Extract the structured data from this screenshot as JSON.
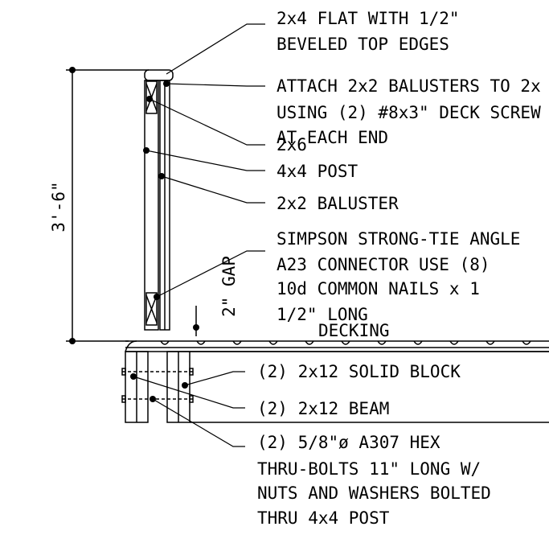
{
  "labels": {
    "top_rail": [
      "2x4 FLAT WITH 1/2\"",
      "BEVELED TOP EDGES"
    ],
    "baluster_attach": [
      "ATTACH 2x2 BALUSTERS TO 2x",
      "USING (2) #8x3\" DECK SCREW",
      "AT EACH END"
    ],
    "rail_2x6": "2x6",
    "post": "4x4 POST",
    "baluster": "2x2 BALUSTER",
    "connector": [
      "SIMPSON STRONG-TIE ANGLE",
      "A23 CONNECTOR USE (8)",
      "10d COMMON NAILS x 1",
      "1/2\" LONG"
    ],
    "decking": "DECKING",
    "solid_block": "(2) 2x12 SOLID BLOCK",
    "beam": "(2) 2x12 BEAM",
    "bolts": [
      "(2) 5/8\"ø A307 HEX",
      "THRU-BOLTS 11\" LONG W/",
      "NUTS AND WASHERS BOLTED",
      "THRU 4x4 POST"
    ]
  },
  "dimensions": {
    "rail_height": "3'-6\"",
    "gap": "2\" GAP"
  }
}
